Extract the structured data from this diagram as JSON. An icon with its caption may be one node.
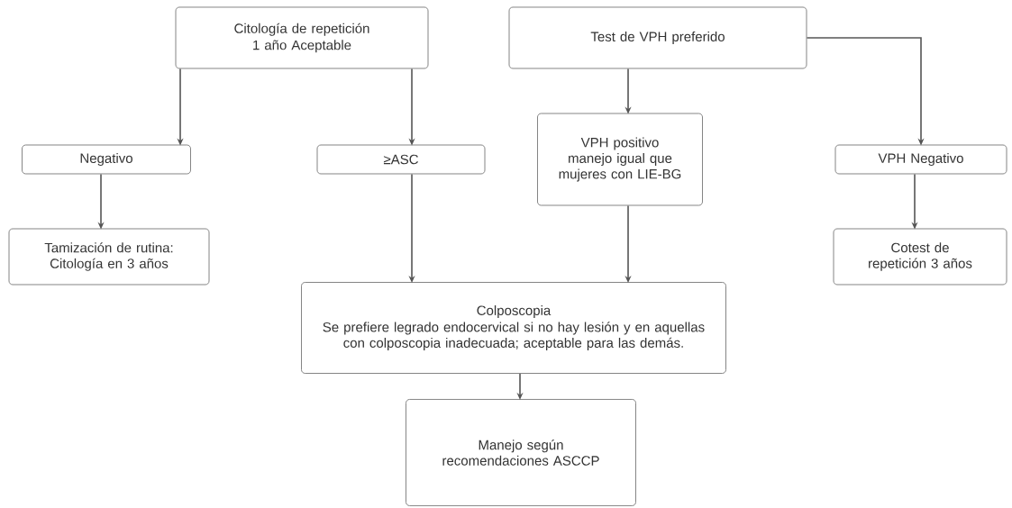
{
  "diagram": {
    "nodes": [
      {
        "text": [
          "Citología de repetición",
          "1 año Aceptable"
        ]
      },
      {
        "text": [
          "Test de VPH preferido"
        ]
      },
      {
        "text": [
          "Negativo"
        ]
      },
      {
        "text": [
          "≥ASC"
        ]
      },
      {
        "text": [
          "VPH positivo manejo igual que mujeres con LIE-BG"
        ]
      },
      {
        "text": [
          "VPH Negativo"
        ]
      },
      {
        "text": [
          "Tamización de rutina: Citología en 3 años"
        ]
      },
      {
        "text": [
          "Colposcopia",
          "Se prefiere legrado endocervical si no hay lesión y en aquellas con colposcopia inadecuada; aceptable para las demás."
        ]
      },
      {
        "text": [
          "Cotest de repetición 3 años"
        ]
      },
      {
        "text": [
          "Manejo según recomendaciones ASCCP"
        ]
      }
    ],
    "edges": [
      {
        "from": 0,
        "to": 2,
        "arrow": "to"
      },
      {
        "from": 0,
        "to": 3,
        "arrow": "to"
      },
      {
        "from": 1,
        "to": 4,
        "arrow": "to"
      },
      {
        "from": 1,
        "to": 5,
        "arrow": "to"
      },
      {
        "from": 2,
        "to": 6,
        "arrow": "to"
      },
      {
        "from": 3,
        "to": 7,
        "arrow": "to"
      },
      {
        "from": 4,
        "to": 7,
        "arrow": "to"
      },
      {
        "from": 5,
        "to": 8,
        "arrow": "to"
      },
      {
        "from": 7,
        "to": 9,
        "arrow": "to"
      }
    ]
  }
}
